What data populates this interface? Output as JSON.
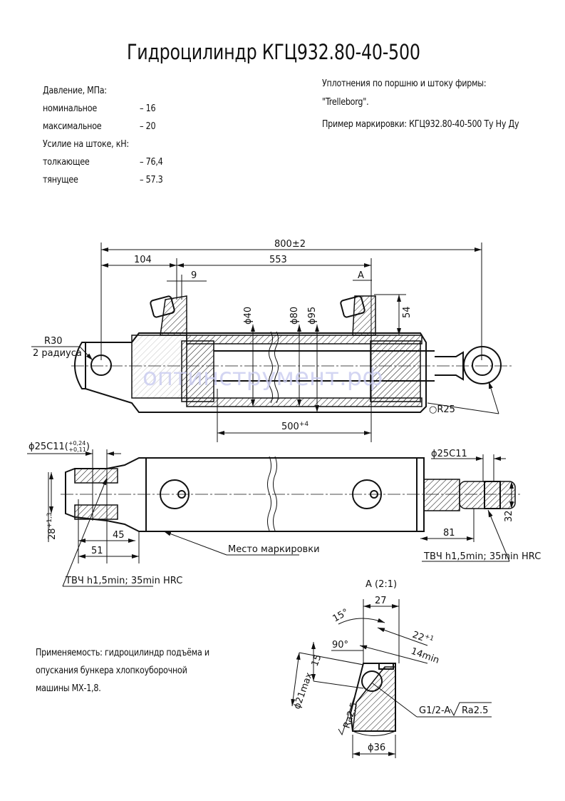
{
  "title": "Гидроцилиндр КГЦ932.80-40-500",
  "specs": {
    "pressure_heading": "Давление, МПа:",
    "rows_pressure": [
      {
        "label": "номинальное",
        "value": "– 16"
      },
      {
        "label": "максимальное",
        "value": "– 20"
      }
    ],
    "force_heading": "Усилие на штоке, кН:",
    "rows_force": [
      {
        "label": "толкающее",
        "value": "– 76,4"
      },
      {
        "label": "тянущее",
        "value": "– 57.3"
      }
    ]
  },
  "notes": {
    "seals_line1": "Уплотнения по поршню и штоку фирмы:",
    "seals_line2": "\"Trelleborg\".",
    "marking_example": "Пример маркировки: КГЦ932.80-40-500 Ту Ну Ду"
  },
  "main_view": {
    "overall": "800±2",
    "d104": "104",
    "d553": "553",
    "d9": "9",
    "view_a": "A",
    "d54": "54",
    "phi40": "ϕ40",
    "phi80": "ϕ80",
    "phi95": "ϕ95",
    "r30": "R30",
    "r30_note": "2 радиуса",
    "r25": "○R25",
    "stroke": "500",
    "stroke_tol": "+4",
    "watermark": "оптинструмент.рф"
  },
  "top_view": {
    "left_bore": "ϕ25C11(",
    "left_bore_tol_up": "+0,24",
    "left_bore_tol_low": "+0,11",
    "left_bore_close": ")",
    "d28": "28",
    "d28_tol": "+1,3",
    "d45": "45",
    "d51": "51",
    "marking_place": "Место маркировки",
    "right_bore": "ϕ25C11",
    "d81": "81",
    "d32": "32",
    "hardening_right": "ТВЧ h1,5min; 35min HRC",
    "hardening_left": "ТВЧ h1,5min; 35min HRC"
  },
  "detail_a": {
    "title": "A (2:1)",
    "d27": "27",
    "a15": "15°",
    "d22": "22",
    "d22_tol": "+1",
    "a90": "90°",
    "d14": "14min",
    "d15": "15",
    "d21": "ϕ21max",
    "ra_left": "Ra2,5",
    "thread": "G1/2-A",
    "ra_right": "Ra2.5",
    "d36": "ϕ36"
  },
  "application": {
    "line1": "Применяемость: гидроцилиндр подъёма и",
    "line2": "опускания бункера хлопкоуборочной",
    "line3": "машины МХ-1,8."
  }
}
